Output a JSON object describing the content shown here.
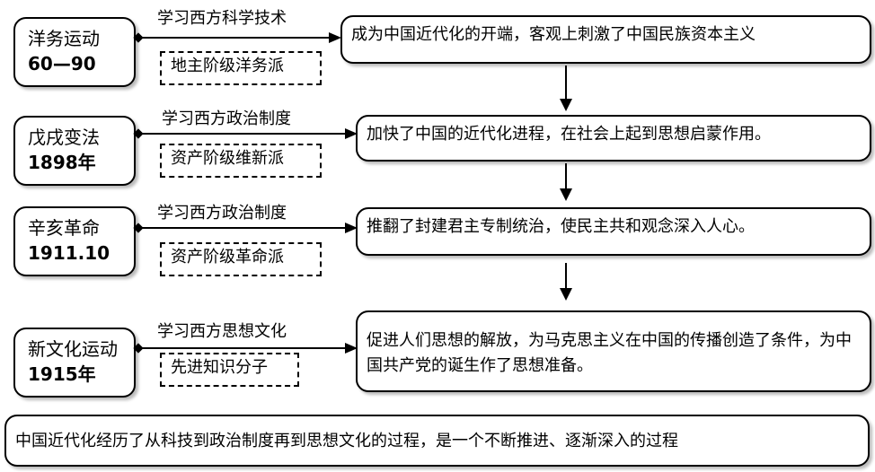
{
  "stages": [
    {
      "name": "洋务运动",
      "year": "60—90",
      "learn": "学习西方科学技术",
      "class": "地主阶级洋务派",
      "result": "成为中国近代化的开端，客观上刺激了中国民族资本主义"
    },
    {
      "name": "戊戌变法",
      "year": "1898年",
      "learn": "学习西方政治制度",
      "class": "资产阶级维新派",
      "result": "加快了中国的近代化进程，在社会上起到思想启蒙作用。"
    },
    {
      "name": "辛亥革命",
      "year": "1911.10",
      "learn": "学习西方政治制度",
      "class": "资产阶级革命派",
      "result": "推翻了封建君主专制统治，使民主共和观念深入人心。"
    },
    {
      "name": "新文化运动",
      "year": "1915年",
      "learn": "学习西方思想文化",
      "class": "先进知识分子",
      "result": "促进人们思想的解放，为马克思主义在中国的传播创造了条件，为中国共产党的诞生作了思想准备。"
    }
  ],
  "summary": "中国近代化经历了从科技到政治制度再到思想文化的过程，是一个不断推进、逐渐深入的过程"
}
